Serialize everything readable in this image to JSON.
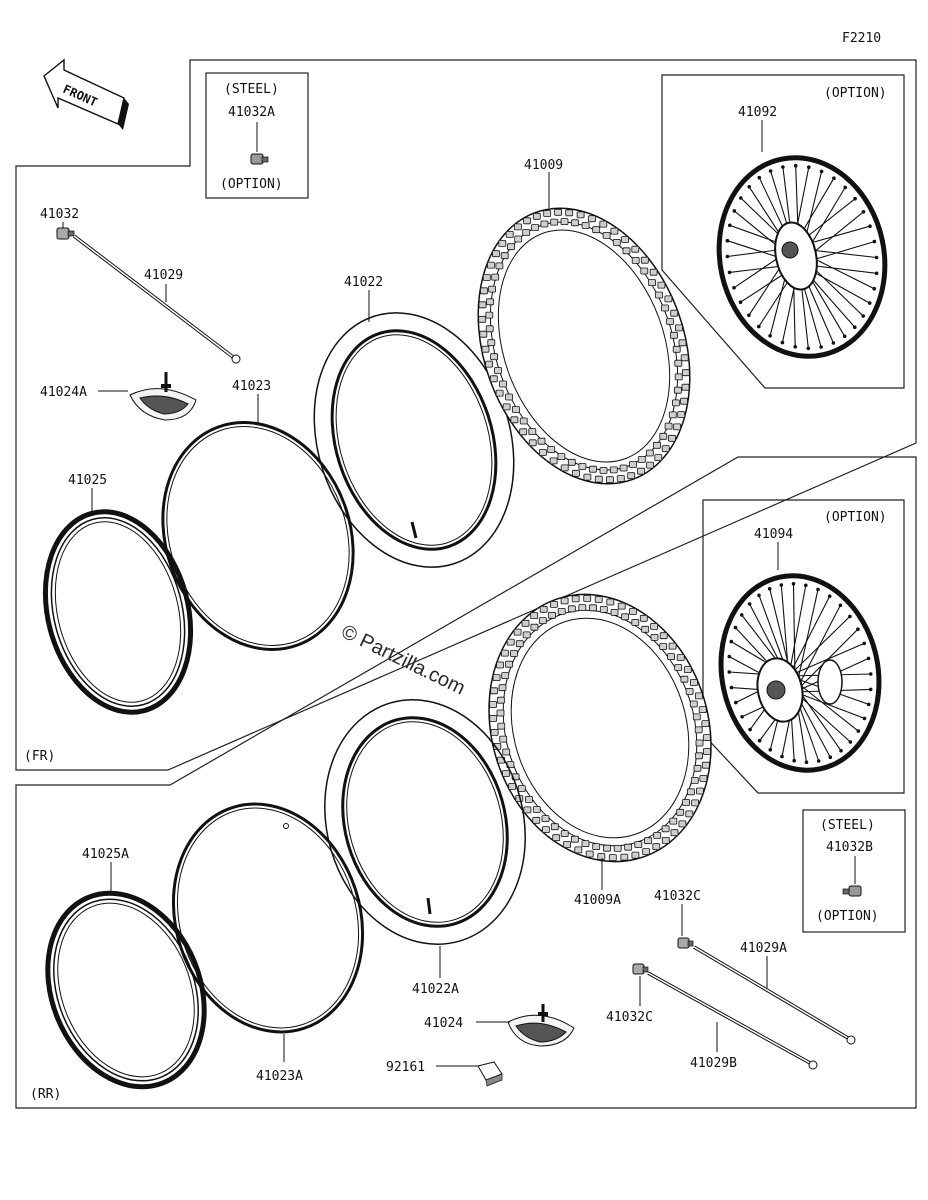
{
  "figure_code": "F2210",
  "front_arrow_text": "FRONT",
  "watermark": "© Partzilla.com",
  "sections": {
    "front": "(FR)",
    "rear": "(RR)"
  },
  "boxes": {
    "steel_front": {
      "top": "(STEEL)",
      "part": "41032A",
      "bottom": "(OPTION)"
    },
    "steel_rear": {
      "top": "(STEEL)",
      "part": "41032B",
      "bottom": "(OPTION)"
    },
    "wheel_front_option": "(OPTION)",
    "wheel_rear_option": "(OPTION)"
  },
  "parts": {
    "p41032": "41032",
    "p41029": "41029",
    "p41024A": "41024A",
    "p41023": "41023",
    "p41025": "41025",
    "p41022": "41022",
    "p41009": "41009",
    "p41092": "41092",
    "p41094": "41094",
    "p41009A": "41009A",
    "p41025A": "41025A",
    "p41023A": "41023A",
    "p41022A": "41022A",
    "p41024": "41024",
    "p92161": "92161",
    "p41032C_top": "41032C",
    "p41032C_bot": "41032C",
    "p41029A": "41029A",
    "p41029B": "41029B"
  }
}
